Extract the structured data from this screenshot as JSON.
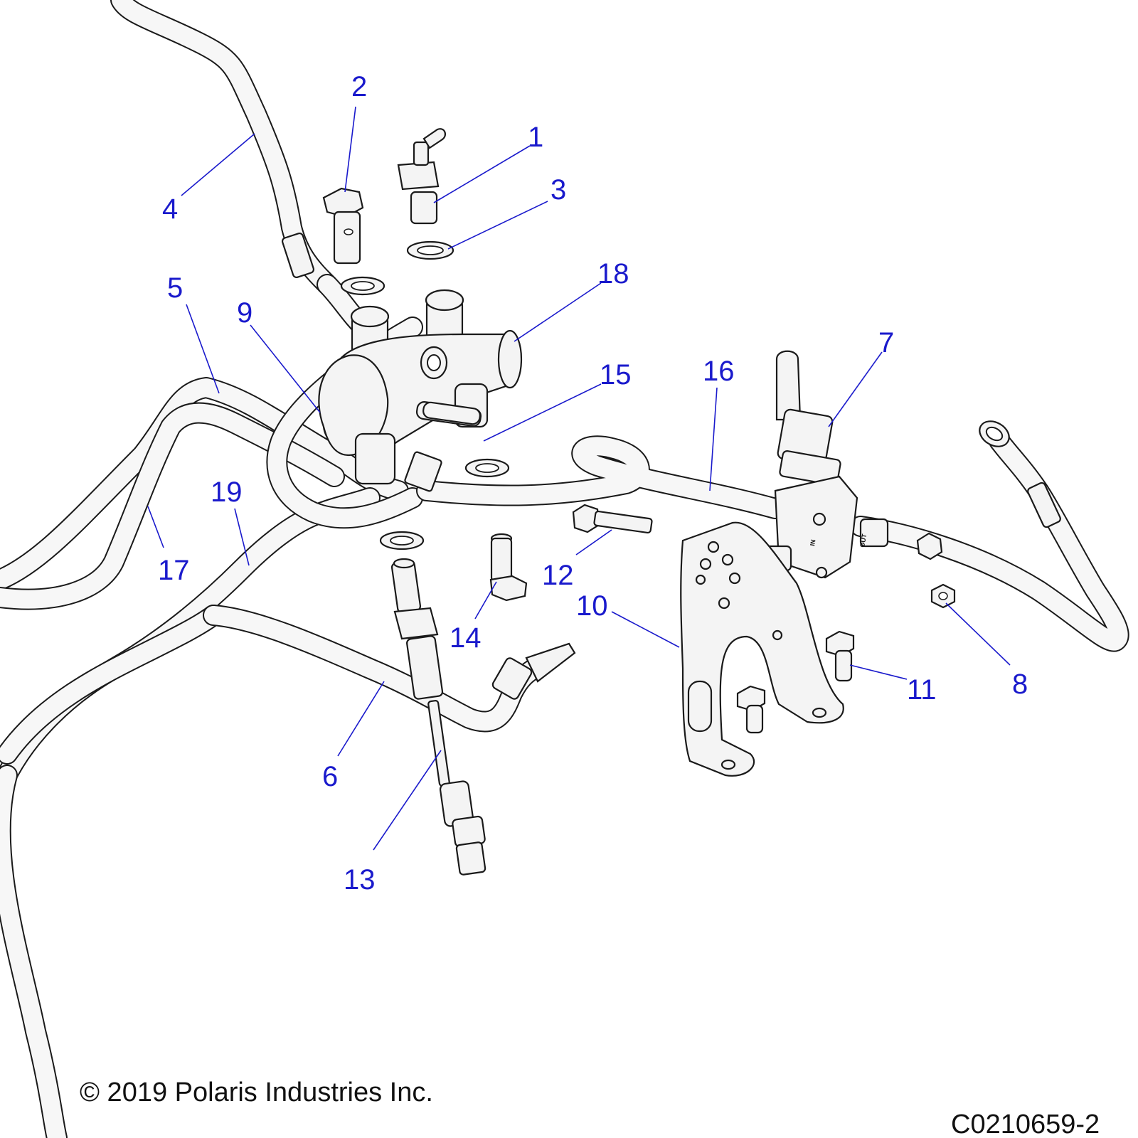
{
  "callouts": [
    "1",
    "2",
    "3",
    "4",
    "5",
    "6",
    "7",
    "8",
    "9",
    "10",
    "11",
    "12",
    "13",
    "14",
    "15",
    "16",
    "17",
    "18",
    "19"
  ],
  "valve_labels": {
    "in": "IN",
    "out": "OUT"
  },
  "footer": {
    "copyright": "© 2019 Polaris Industries Inc.",
    "drawing_number": "C0210659-2"
  }
}
